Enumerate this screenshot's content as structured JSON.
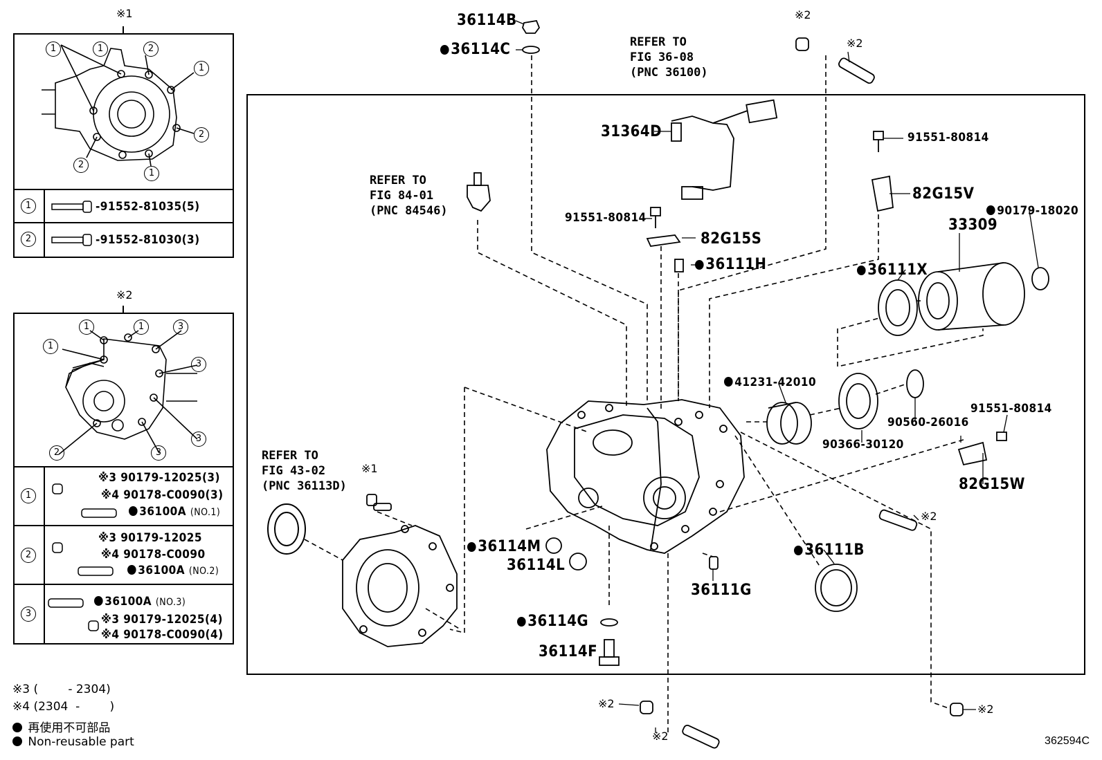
{
  "inset1": {
    "marker": "※1",
    "row1": {
      "circle": "1",
      "part": "91552-81035(5)"
    },
    "row2": {
      "circle": "2",
      "part": "91552-81030(3)"
    },
    "callouts": [
      "1",
      "1",
      "2",
      "1",
      "2",
      "2",
      "1"
    ]
  },
  "inset2": {
    "marker": "※2",
    "callouts": [
      "1",
      "1",
      "3",
      "1",
      "3",
      "2",
      "3",
      "3"
    ],
    "row1": {
      "circle": "1",
      "a": "※3 90179-12025(3)",
      "b": "※4 90178-C0090(3)",
      "c": "36100A",
      "c_note": "(NO.1)"
    },
    "row2": {
      "circle": "2",
      "a": "※3 90179-12025",
      "b": "※4 90178-C0090",
      "c": "36100A",
      "c_note": "(NO.2)"
    },
    "row3": {
      "circle": "3",
      "a": "36100A",
      "a_note": "(NO.3)",
      "b": "※3 90179-12025(4)",
      "c": "※4 90178-C0090(4)"
    }
  },
  "legend": {
    "line1": "※3 (        - 2304)",
    "line2": "※4 (2304  -        )",
    "line3": "再使用不可部品",
    "line4": "Non-reusable part"
  },
  "parts": {
    "p36114B": "36114B",
    "p36114C": "36114C",
    "p31364D": "31364D",
    "p91551a": "91551-80814",
    "p91551b": "91551-80814",
    "p91551c": "91551-80814",
    "p82G15V": "82G15V",
    "p82G15S": "82G15S",
    "p82G15W": "82G15W",
    "p36111H": "36111H",
    "p36111X": "36111X",
    "p33309": "33309",
    "p90179": "90179-18020",
    "p41231": "41231-42010",
    "p90560": "90560-26016",
    "p90366": "90366-30120",
    "p36114M": "36114M",
    "p36114L": "36114L",
    "p36111G": "36111G",
    "p36111B": "36111B",
    "p36114G": "36114G",
    "p36114F": "36114F"
  },
  "refs": {
    "r1": "REFER TO\nFIG 36-08\n(PNC 36100)",
    "r2": "REFER TO\nFIG 84-01\n(PNC 84546)",
    "r3": "REFER TO\nFIG 43-02\n(PNC 36113D)"
  },
  "marks": {
    "m_top1": "※2",
    "m_top2": "※2",
    "m_bolt1": "※1",
    "m_right": "※2",
    "m_botL1": "※2",
    "m_botL2": "※2",
    "m_botR": "※2"
  },
  "figure_number": "362594C"
}
